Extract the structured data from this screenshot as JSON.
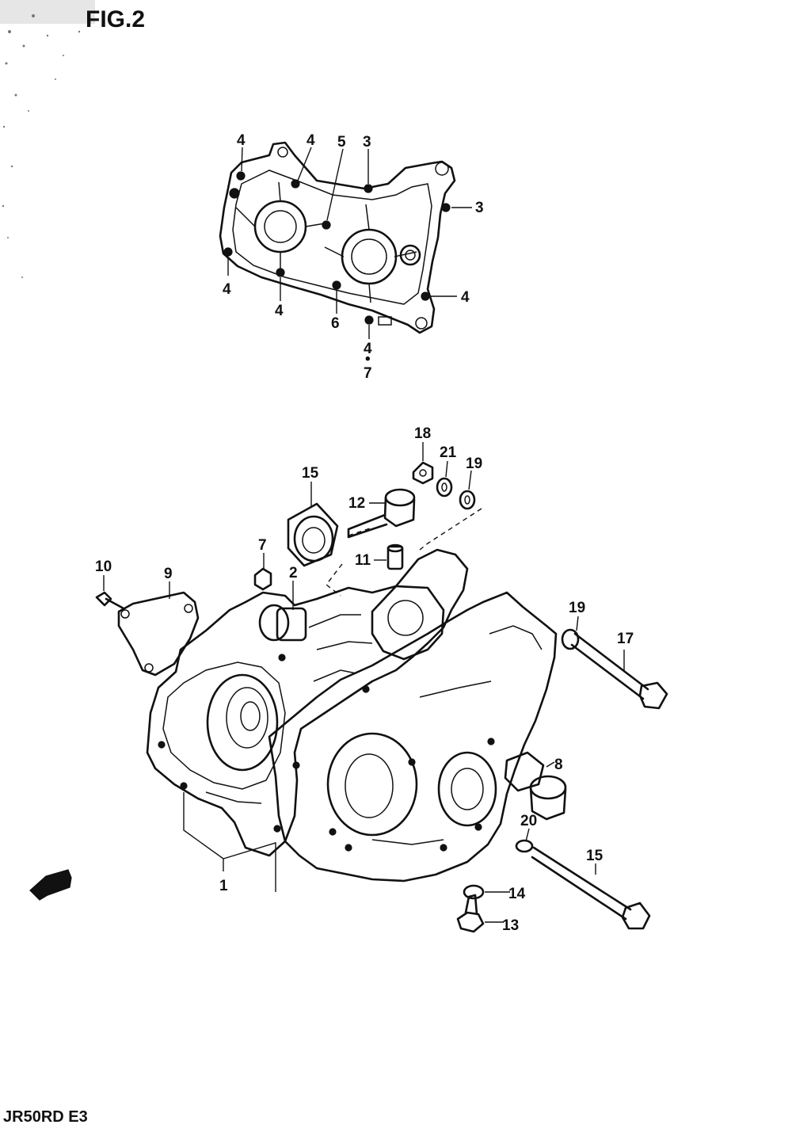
{
  "figure": {
    "title": "FIG.2",
    "model_code": "JR50RD  E3"
  },
  "gasket_labels": {
    "l4a": "4",
    "l4b": "4",
    "l5": "5",
    "l3a": "3",
    "l3b": "3",
    "l4c": "4",
    "l4d": "4",
    "l4e": "4",
    "l6": "6",
    "l4f": "4",
    "ldot": "•",
    "l7": "7"
  },
  "crankcase_labels": {
    "l18": "18",
    "l21": "21",
    "l19a": "19",
    "l15a": "15",
    "l12": "12",
    "l7": "7",
    "l11": "11",
    "l2": "2",
    "l10": "10",
    "l9": "9",
    "l19b": "19",
    "l17": "17",
    "l8": "8",
    "l20": "20",
    "l15b": "15",
    "l1": "1",
    "l14": "14",
    "l13": "13"
  },
  "icons": {
    "front_arrow": "front-arrow-icon"
  }
}
